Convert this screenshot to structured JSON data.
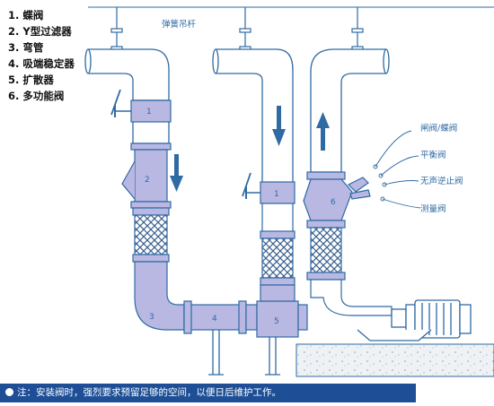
{
  "legend": [
    "1. 蝶阀",
    "2. Y型过滤器",
    "3. 弯管",
    "4. 吸端稳定器",
    "5. 扩散器",
    "6. 多功能阀"
  ],
  "top_label": "弹簧吊杆",
  "component_numbers": [
    "1",
    "2",
    "3",
    "4",
    "5",
    "1",
    "6"
  ],
  "valve_callouts": [
    "闸阀/蝶阀",
    "平衡阀",
    "无声逆止阀",
    "测量阀"
  ],
  "note": "注：安装阀时，强烈要求预留足够的空间，以便日后维护工作。",
  "colors": {
    "pipe_line": "#2f6aa3",
    "component_fill": "#b9b8e3",
    "arrow": "#2f6aa3",
    "note_bar": "#1e4f96"
  }
}
